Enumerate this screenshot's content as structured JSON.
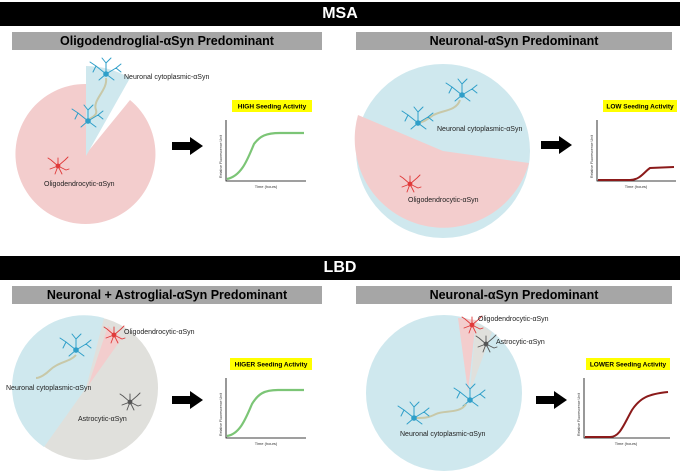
{
  "colors": {
    "band": "#000000",
    "subheader": "#a6a6a6",
    "neuronal_slice": "#cfe8ee",
    "oligo_slice": "#f3cdcd",
    "astro_slice": "#e0e0dc",
    "curve_high": "#7cc576",
    "curve_low": "#8b1a1a",
    "pill": "#ffff00"
  },
  "msa": {
    "band_title": "MSA",
    "left": {
      "header": "Oligodendroglial-αSyn Predominant",
      "labels": {
        "neuronal": "Neuronal cytoplasmic-αSyn",
        "oligo": "Oligodendrocytic-αSyn"
      },
      "seeding": "HIGH Seeding Activity"
    },
    "right": {
      "header": "Neuronal-αSyn Predominant",
      "labels": {
        "neuronal": "Neuronal cytoplasmic-αSyn",
        "oligo": "Oligodendrocytic-αSyn"
      },
      "seeding": "LOW Seeding Activity"
    }
  },
  "lbd": {
    "band_title": "LBD",
    "left": {
      "header": "Neuronal + Astroglial-αSyn Predominant",
      "labels": {
        "oligo": "Oligodendrocytic-αSyn",
        "neuronal": "Neuronal cytoplasmic-αSyn",
        "astro": "Astrocytic-αSyn"
      },
      "seeding": "HIGER Seeding Activity"
    },
    "right": {
      "header": "Neuronal-αSyn Predominant",
      "labels": {
        "oligo": "Oligodendrocytic-αSyn",
        "astro": "Astrocytic-αSyn",
        "neuronal": "Neuronal cytoplasmic-αSyn"
      },
      "seeding": "LOWER Seeding Activity"
    }
  },
  "graph": {
    "ylabel": "Relative Fluorescence Unit",
    "xlabel": "Time (hours)"
  }
}
